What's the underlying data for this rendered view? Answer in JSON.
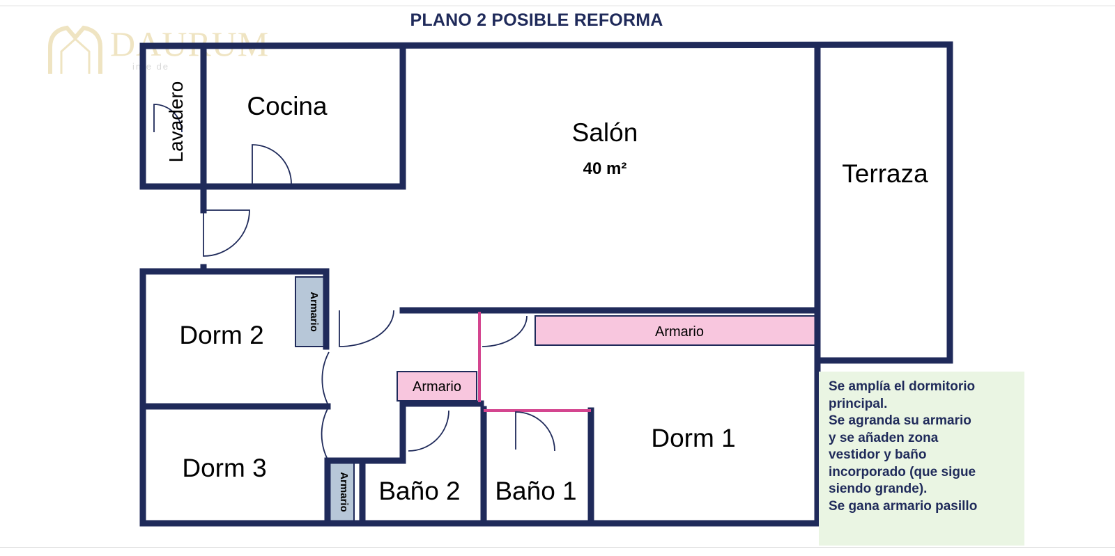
{
  "title": "PLANO 2 POSIBLE REFORMA",
  "logo": {
    "text": "DAURUM",
    "subtitle": "inte                  de",
    "icon": "house-arch-icon",
    "color": "#e3cf91"
  },
  "rooms": {
    "lavadero": "Lavadero",
    "cocina": "Cocina",
    "salon": "Salón",
    "salon_area": "40 m²",
    "terraza": "Terraza",
    "dorm2": "Dorm 2",
    "dorm3": "Dorm 3",
    "dorm1": "Dorm 1",
    "bano2": "Baño 2",
    "bano1": "Baño 1"
  },
  "armarios": {
    "dorm2": "Armario",
    "dorm1": "Armario",
    "pasillo": "Armario",
    "dorm3": "Armario"
  },
  "note": "Se amplía el dormitorio\nprincipal.\nSe agranda su armario\ny se añaden zona\nvestidor y baño\nincorporado (que sigue\nsiendo grande).\nSe gana armario pasillo",
  "colors": {
    "walls": "#1f2a5a",
    "new_walls": "#d4458f",
    "armario_pink": "#f8c6de",
    "armario_blue": "#b7c7d8",
    "note_background": "#eaf5e3"
  }
}
